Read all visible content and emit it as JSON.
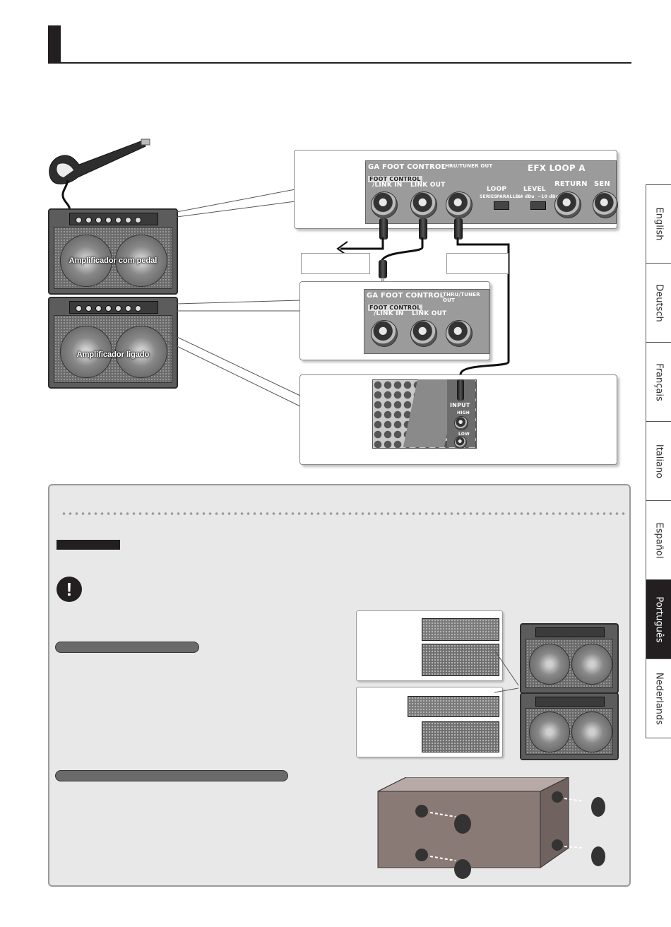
{
  "page": {
    "background": "#ffffff",
    "accent": "#231f20"
  },
  "languages": [
    {
      "label": "English",
      "active": false
    },
    {
      "label": "Deutsch",
      "active": false
    },
    {
      "label": "Français",
      "active": false
    },
    {
      "label": "Italiano",
      "active": false
    },
    {
      "label": "Español",
      "active": false
    },
    {
      "label": "Português",
      "active": true
    },
    {
      "label": "Nederlands",
      "active": false
    }
  ],
  "top_panel": {
    "section1_title": "GA FOOT CONTROL",
    "sub_label": "FOOT CONTROL",
    "link_in": "/LINK IN",
    "link_out": "LINK OUT",
    "thru_tuner": "THRU/TUNER OUT",
    "efx_title": "EFX LOOP A",
    "loop": "LOOP",
    "series": "SERIES",
    "parallel": "PARALLEL",
    "level": "LEVEL",
    "level_high": "+4 dBu",
    "level_low": "−10 dBu",
    "return": "RETURN",
    "send": "SEN"
  },
  "mid_panel": {
    "section1_title": "GA FOOT CONTROL",
    "sub_label": "FOOT CONTROL",
    "link_in": "/LINK IN",
    "link_out": "LINK OUT",
    "thru_tuner": "THRU/TUNER OUT"
  },
  "input_panel": {
    "input": "INPUT",
    "high": "HIGH",
    "low": "LOW"
  },
  "amps": {
    "top_label": "Amplificador com pedal",
    "bottom_label": "Amplificador ligado"
  },
  "alert_icon": "exclamation-icon"
}
